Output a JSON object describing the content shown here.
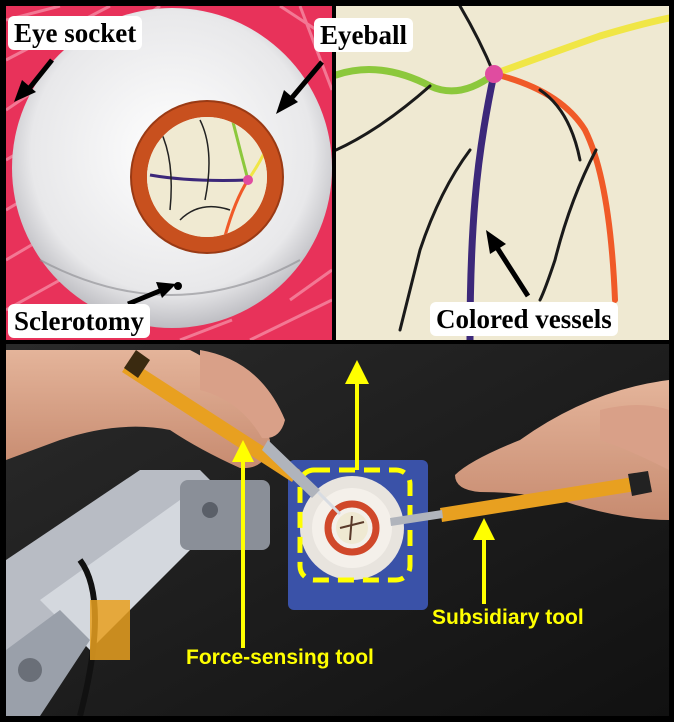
{
  "labels": {
    "eye_socket": "Eye socket",
    "eyeball": "Eyeball",
    "sclerotomy": "Sclerotomy",
    "colored_vessels": "Colored vessels",
    "force_sensing_tool": "Force-sensing tool",
    "subsidiary_tool": "Subsidiary tool"
  },
  "colors": {
    "frame": "#000000",
    "annotation_yellow": "#ffff00",
    "socket_red": "#e8325a",
    "eyeball_orange": "#c8501e",
    "vessel_green": "#8cc83c",
    "vessel_yellow": "#f0e646",
    "vessel_blue": "#3c287a",
    "vessel_orange": "#f05a28",
    "vessel_pink": "#e04ca0",
    "tool_amber": "#e8a020",
    "platform_blue": "#3a52a8"
  }
}
